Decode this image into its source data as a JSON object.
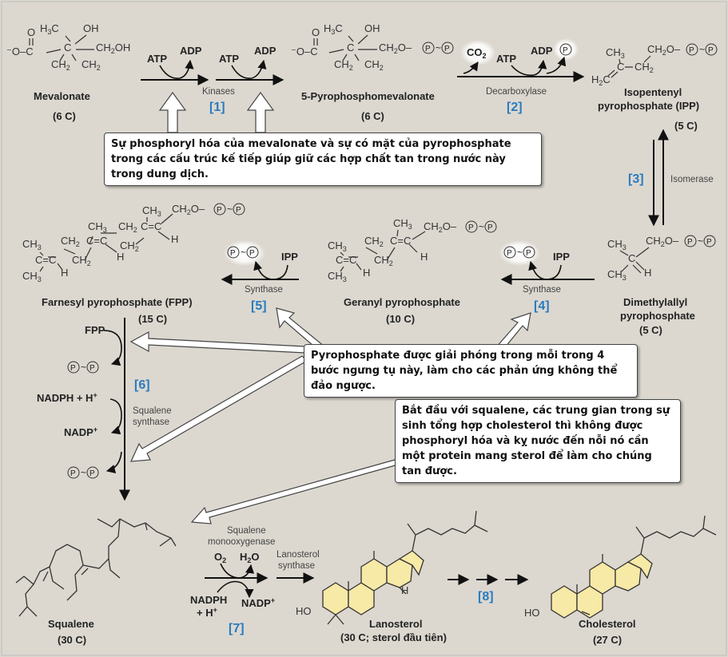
{
  "colors": {
    "background": "#dcd8d0",
    "step": "#2a7bbf",
    "callout_bg": "#ffffff"
  },
  "compounds": {
    "mevalonate": {
      "name": "Mevalonate",
      "carbons": "(6 C)"
    },
    "ppmev": {
      "name": "5-Pyrophosphomevalonate",
      "carbons": "(6 C)"
    },
    "ipp": {
      "name1": "Isopentenyl",
      "name2": "pyrophosphate (IPP)",
      "carbons": "(5 C)"
    },
    "dmapp": {
      "name1": "Dimethylallyl",
      "name2": "pyrophosphate",
      "carbons": "(5 C)"
    },
    "gpp": {
      "name": "Geranyl pyrophosphate",
      "carbons": "(10 C)"
    },
    "fpp": {
      "name": "Farnesyl pyrophosphate (FPP)",
      "carbons": "(15 C)"
    },
    "squalene": {
      "name": "Squalene",
      "carbons": "(30 C)"
    },
    "lanosterol": {
      "name": "Lanosterol",
      "carbons": "(30 C; sterol đầu tiên)"
    },
    "cholesterol": {
      "name": "Cholesterol",
      "carbons": "(27 C)"
    }
  },
  "steps": {
    "s1": "[1]",
    "s2": "[2]",
    "s3": "[3]",
    "s4": "[4]",
    "s5": "[5]",
    "s6": "[6]",
    "s7": "[7]",
    "s8": "[8]"
  },
  "enzymes": {
    "kinases": "Kinases",
    "decarboxylase": "Decarboxylase",
    "isomerase": "Isomerase",
    "synthase": "Synthase",
    "squalene_synthase_1": "Squalene",
    "squalene_synthase_2": "synthase",
    "monooxygenase_1": "Squalene",
    "monooxygenase_2": "monooxygenase",
    "lanosterol_synthase_1": "Lanosterol",
    "lanosterol_synthase_2": "synthase"
  },
  "cofactors": {
    "atp": "ATP",
    "adp": "ADP",
    "co2": "CO",
    "co2_sub": "2",
    "ipp": "IPP",
    "fpp": "FPP",
    "nadph_h": "NADPH + H",
    "nadp": "NADP",
    "plus": "+",
    "o2": "O",
    "o2_sub": "2",
    "h2o_h": "H",
    "h2o_sub": "2",
    "h2o_o": "O",
    "nadph": "NADPH",
    "h_plus": "+ H",
    "p": "P",
    "tilde": "~"
  },
  "structure_text": {
    "o": "O",
    "o_minus": "⁻O",
    "c": "C",
    "ch2": "CH",
    "ch3": "CH",
    "h3c": "H",
    "h2c": "H",
    "oh": "OH",
    "ch2oh": "CH",
    "ho": "HO",
    "h": "H",
    "sub2": "2",
    "sub3": "3",
    "ch2o": "CH",
    "o_link": "O",
    "eq": "=",
    "dash": "–"
  },
  "callouts": {
    "c1": "Sự phosphoryl hóa của mevalonate và sự có mặt của pyrophosphate trong các cấu trúc kế tiếp giúp giữ các hợp chất tan trong nước này trong dung dịch.",
    "c2": "Pyrophosphate được giải phóng trong mỗi trong 4 bước ngưng tụ này, làm cho các phản ứng không thể đảo ngược.",
    "c3": "Bắt đầu với squalene, các trung gian trong sự sinh tổng hợp cholesterol thì không được phosphoryl hóa và kỵ nước đến nỗi nó cần một protein mang sterol để làm cho chúng tan được."
  }
}
